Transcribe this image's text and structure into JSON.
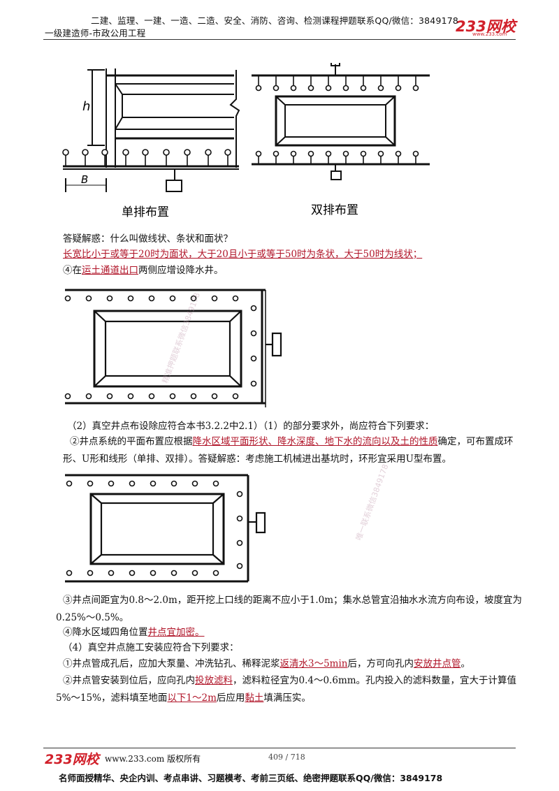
{
  "header": {
    "top_line": "二建、监理、一建、一造、二造、安全、消防、咨询、检测课程押题联系QQ/微信：3849178",
    "subtitle": "一级建造师-市政公用工程",
    "logo": "233网校",
    "logo_sub": "www.233.com"
  },
  "figure1": {
    "label_h": "h",
    "label_b": "B",
    "caption_single": "单排布置",
    "caption_double": "双排布置"
  },
  "body": {
    "q1": "答疑解惑：什么叫做线状、条状和面状？",
    "q1_answer": "长宽比小于或等于20时为面状，大于20且小于或等于50时为条状，大于50时为线状；",
    "item4_pre": "④在",
    "item4_hl": "运土通道出口",
    "item4_post": "两侧应增设降水井。",
    "p2": "（2）真空井点布设除应符合本书3.2.2中2.1）（1）的部分要求外，尚应符合下列要求：",
    "p2a_pre": "②井点系统的平面布置应根据",
    "p2a_hl": "降水区域平面形状、降水深度、地下水的流向以及土的性质",
    "p2a_post": "确定，可布置成环形、U形和线形（单排、双排）。答疑解惑：考虑施工机械进出基坑时，环形宜采用U型布置。",
    "p3": "③井点间距宜为0.8～2.0m，距开挖上口线的距离不应小于1.0m；集水总管宜沿抽水水流方向布设，坡度宜为0.25%～0.5%。",
    "p4_pre": "④降水区域四角位置",
    "p4_hl": "井点宜加密。",
    "p5": "（4）真空井点施工安装应符合下列要求：",
    "p6_pre": "①井点管成孔后，应加大泵量、冲洗钻孔、稀释泥浆",
    "p6_hl1": "返清水3～5min",
    "p6_mid": "后，方可向孔内",
    "p6_hl2": "安放井点管",
    "p6_post": "。",
    "p7_pre": "②井点管安装到位后，应向孔内",
    "p7_hl1": "投放滤料",
    "p7_mid": "，滤料粒径宜为0.4～0.6mm。孔内投入的滤料数量，宜大于计算值5%～15%，滤料填至地面",
    "p7_hl2": "以下1～2m",
    "p7_mid2": "后应用",
    "p7_hl3": "黏土",
    "p7_post": "填满压实。"
  },
  "watermarks": [
    "精准押题联系微信3849178",
    "唯一联系微信3849178"
  ],
  "footer": {
    "logo": "233网校",
    "site": "www.233.com 版权所有",
    "page": "409 / 718",
    "bottom_line": "名师面授精华、央企内训、考点串讲、习题模考、考前三页纸、绝密押题联系QQ/微信：3849178"
  },
  "colors": {
    "highlight": "#b01428",
    "logo": "#d1202a"
  }
}
